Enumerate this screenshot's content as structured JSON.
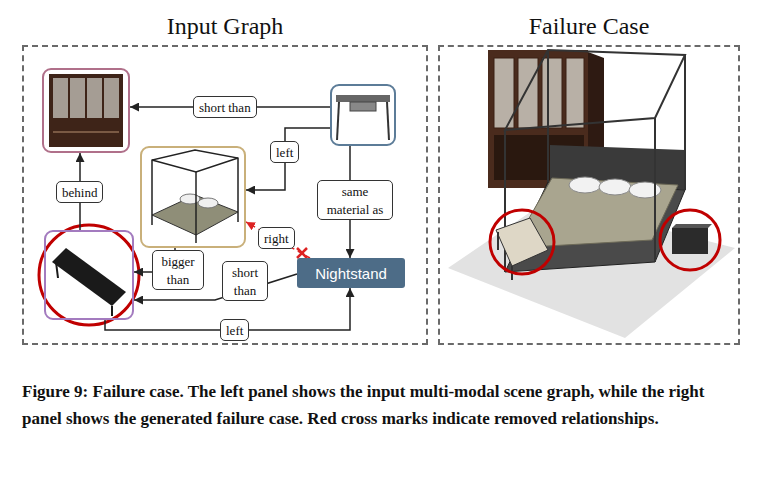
{
  "diagram": {
    "caption": "Figure 9: Failure case. The left panel shows the input multi-modal scene graph, while the right panel shows the generated failure case. Red cross marks indicate removed relationships.",
    "nodes": [
      {
        "text": [
          "Input Graph"
        ]
      },
      {
        "text": [],
        "in": 0
      },
      {
        "text": [],
        "in": 0
      },
      {
        "text": [],
        "in": 0
      },
      {
        "text": [],
        "in": 0
      },
      {
        "text": [
          "Nightstand"
        ],
        "in": 0
      },
      {
        "text": [
          "Failure Case"
        ]
      }
    ],
    "edges": [
      {
        "from": 2,
        "to": 1,
        "label": "short than",
        "arrow": "to"
      },
      {
        "from": 2,
        "to": 3,
        "label": "left",
        "arrow": "to"
      },
      {
        "from": 2,
        "to": 5,
        "label": "same material as",
        "arrow": "to"
      },
      {
        "from": 5,
        "to": 3,
        "label": "right",
        "arrow": "to"
      },
      {
        "from": 4,
        "to": 1,
        "label": "behind",
        "arrow": "to"
      },
      {
        "from": 3,
        "to": 4,
        "label": "bigger than",
        "arrow": "to"
      },
      {
        "from": 5,
        "to": 4,
        "label": "short than",
        "arrow": "to"
      },
      {
        "from": 4,
        "to": 5,
        "label": "left",
        "arrow": "to"
      }
    ]
  }
}
